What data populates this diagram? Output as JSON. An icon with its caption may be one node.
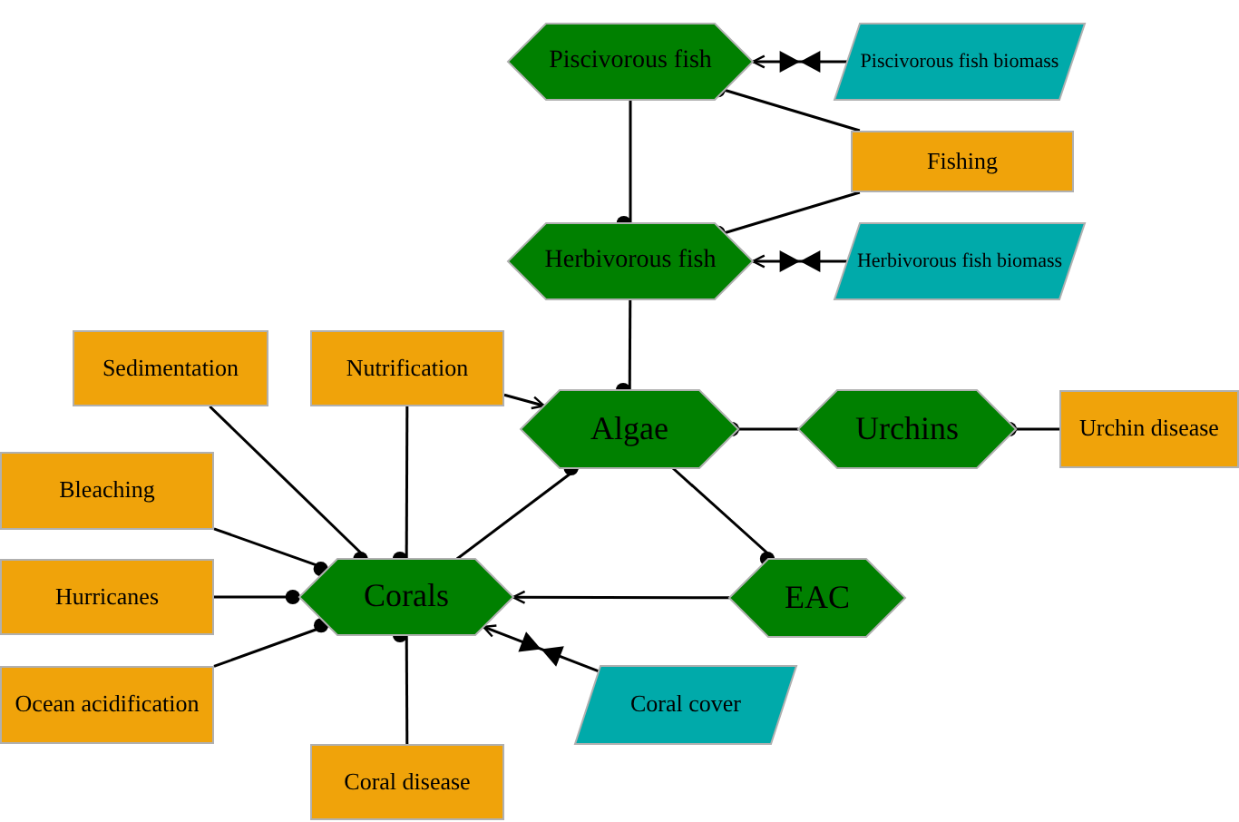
{
  "diagram": {
    "nodes": [
      {
        "text": [
          "Piscivorous fish"
        ]
      },
      {
        "text": [
          "Piscivorous fish biomass"
        ]
      },
      {
        "text": [
          "Fishing"
        ]
      },
      {
        "text": [
          "Herbivorous fish"
        ]
      },
      {
        "text": [
          "Herbivorous fish biomass"
        ]
      },
      {
        "text": [
          "Sedimentation"
        ]
      },
      {
        "text": [
          "Nutrification"
        ]
      },
      {
        "text": [
          "Algae"
        ]
      },
      {
        "text": [
          "Urchins"
        ]
      },
      {
        "text": [
          "Urchin disease"
        ]
      },
      {
        "text": [
          "Bleaching"
        ]
      },
      {
        "text": [
          "Corals"
        ]
      },
      {
        "text": [
          "Hurricanes"
        ]
      },
      {
        "text": [
          "EAC"
        ]
      },
      {
        "text": [
          "Ocean acidification"
        ]
      },
      {
        "text": [
          "Coral cover"
        ]
      },
      {
        "text": [
          "Coral disease"
        ]
      }
    ],
    "edges": [
      {
        "from": 1,
        "to": 0,
        "arrow": "to"
      },
      {
        "from": 2,
        "to": 0,
        "arrow": "other"
      },
      {
        "from": 0,
        "to": 3,
        "arrow": "other"
      },
      {
        "from": 2,
        "to": 3,
        "arrow": "other"
      },
      {
        "from": 4,
        "to": 3,
        "arrow": "to"
      },
      {
        "from": 3,
        "to": 7,
        "arrow": "other"
      },
      {
        "from": 6,
        "to": 7,
        "arrow": "to"
      },
      {
        "from": 8,
        "to": 7,
        "arrow": "other"
      },
      {
        "from": 9,
        "to": 8,
        "arrow": "other"
      },
      {
        "from": 5,
        "to": 11,
        "arrow": "other"
      },
      {
        "from": 6,
        "to": 11,
        "arrow": "other"
      },
      {
        "from": 10,
        "to": 11,
        "arrow": "other"
      },
      {
        "from": 12,
        "to": 11,
        "arrow": "other"
      },
      {
        "from": 14,
        "to": 11,
        "arrow": "other"
      },
      {
        "from": 16,
        "to": 11,
        "arrow": "other"
      },
      {
        "from": 11,
        "to": 7,
        "arrow": "other"
      },
      {
        "from": 7,
        "to": 13,
        "arrow": "other"
      },
      {
        "from": 13,
        "to": 11,
        "arrow": "to"
      },
      {
        "from": 15,
        "to": 11,
        "arrow": "to"
      }
    ]
  }
}
